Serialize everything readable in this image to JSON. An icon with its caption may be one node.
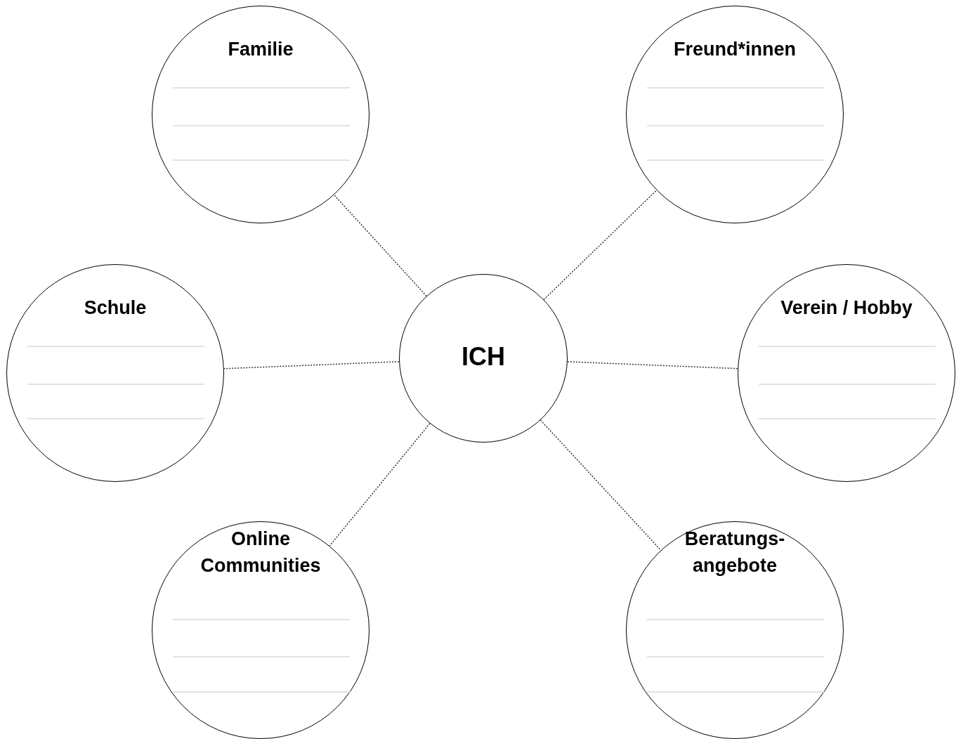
{
  "diagram": {
    "nodes": [
      {
        "text": [
          "Familie"
        ]
      },
      {
        "text": [
          "Freund*innen"
        ]
      },
      {
        "text": [
          "Schule"
        ]
      },
      {
        "text": [
          "ICH"
        ]
      },
      {
        "text": [
          "Verein / Hobby"
        ]
      },
      {
        "text": [
          "Online Communities"
        ]
      },
      {
        "text": [
          "Beratungs- angebote"
        ]
      }
    ],
    "edges": [
      {
        "from": 3,
        "to": 0,
        "arrow": "none",
        "style": "dashed"
      },
      {
        "from": 3,
        "to": 1,
        "arrow": "none",
        "style": "dashed"
      },
      {
        "from": 3,
        "to": 2,
        "arrow": "none",
        "style": "dashed"
      },
      {
        "from": 3,
        "to": 4,
        "arrow": "none",
        "style": "dashed"
      },
      {
        "from": 3,
        "to": 5,
        "arrow": "none",
        "style": "dashed"
      },
      {
        "from": 3,
        "to": 6,
        "arrow": "none",
        "style": "dashed"
      }
    ]
  }
}
